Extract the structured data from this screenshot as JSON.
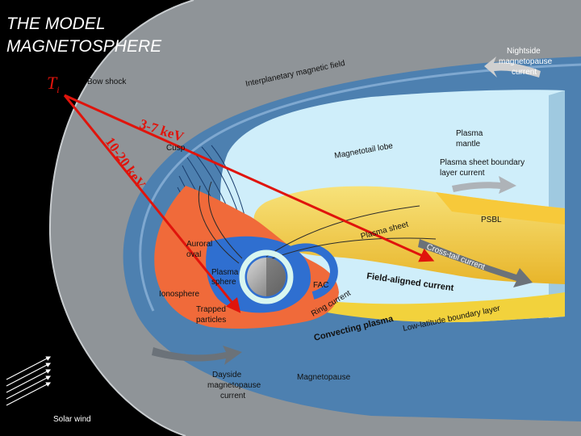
{
  "title_lines": [
    "THE MODEL",
    "MAGNETOSPHERE"
  ],
  "ti_label": "T",
  "ti_subscript": "i",
  "energy_labels": [
    "3-7 keV",
    "10-20 keV"
  ],
  "labels": {
    "bow_shock": "Bow shock",
    "imf": "Interplanetary magnetic field",
    "nightside_mp_current": [
      "Nightside",
      "magnetopause",
      "current"
    ],
    "cusp": "Cusp",
    "magnetotail_lobe": "Magnetotail lobe",
    "plasma_mantle": [
      "Plasma",
      "mantle"
    ],
    "psbl_current": [
      "Plasma sheet boundary",
      "layer current"
    ],
    "psbl": "PSBL",
    "plasma_sheet": "Plasma sheet",
    "cross_tail": "Cross-tail current",
    "auroral_oval": [
      "Auroral",
      "oval"
    ],
    "plasmasphere": [
      "Plasma",
      "sphere"
    ],
    "fac": "FAC",
    "field_aligned": "Field-aligned current",
    "ionosphere": "Ionosphere",
    "ring_current": "Ring current",
    "trapped": [
      "Trapped",
      "particles"
    ],
    "convecting_plasma": "Convecting plasma",
    "llbl": "Low-latitude boundary layer",
    "dayside_mp_current": [
      "Dayside",
      "magnetopause",
      "current"
    ],
    "magnetopause": "Magnetopause",
    "solar_wind": "Solar wind"
  },
  "colors": {
    "background": "#000000",
    "bow_shock": "#8f9498",
    "magnetosheath": "#4d80b0",
    "lobe": "#cfeefa",
    "plasma_sheet": "#f3d84a",
    "ionosphere": "#f06a3a",
    "plasmasphere": "#2f6fd0",
    "earth": "#a8a8a8",
    "arrow": "#e0140c"
  }
}
